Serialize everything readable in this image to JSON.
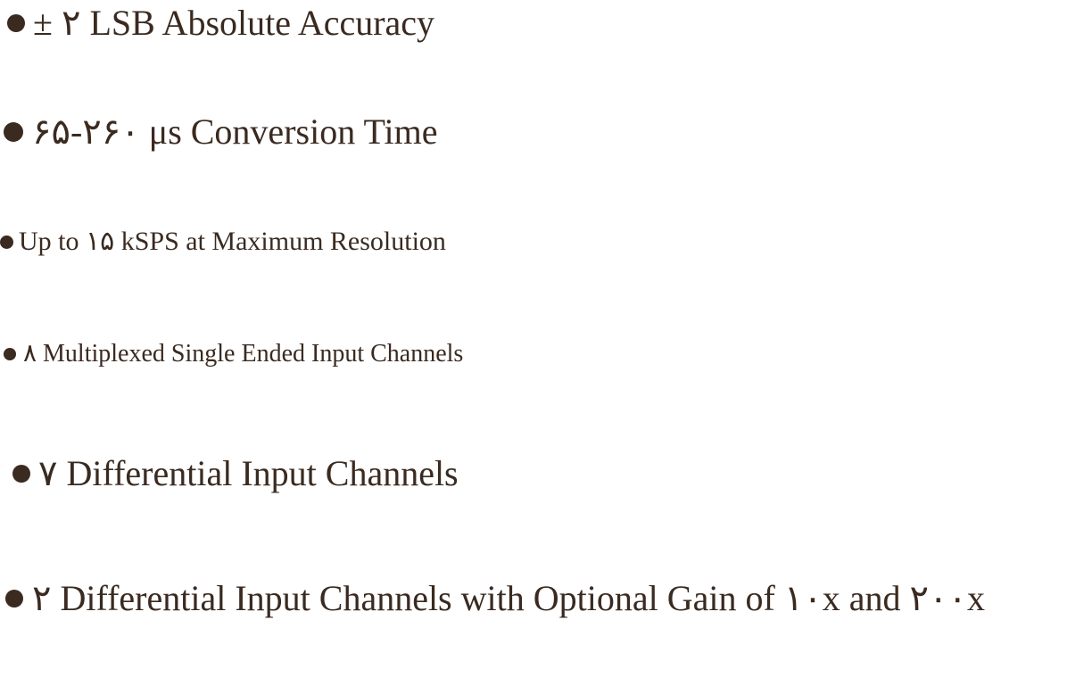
{
  "features": [
    {
      "text": "± ۲ LSB Absolute Accuracy"
    },
    {
      "text": "۶۵-۲۶۰ μs Conversion Time"
    },
    {
      "text": "Up to ۱۵ kSPS at Maximum Resolution"
    },
    {
      "text": "۸ Multiplexed Single Ended Input Channels"
    },
    {
      "text": "۷ Differential Input Channels"
    },
    {
      "text": "۲ Differential Input Channels with Optional Gain of ۱۰x and ۲۰۰x"
    }
  ],
  "colors": {
    "text": "#3a2a20",
    "background": "#ffffff"
  }
}
